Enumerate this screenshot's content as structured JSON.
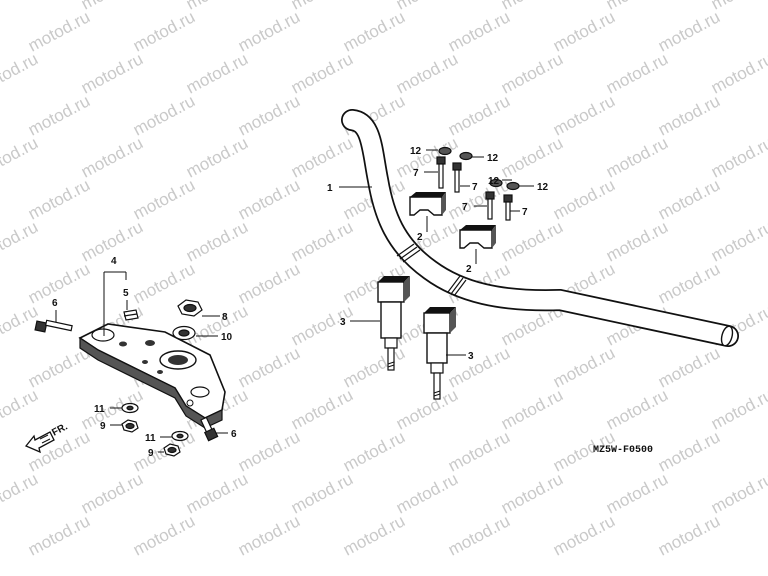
{
  "diagram": {
    "watermark": "motod.ru",
    "code": "MZ5W-F0500",
    "direction_label": "FR.",
    "callouts": {
      "c1": "1",
      "c2a": "2",
      "c2b": "2",
      "c3a": "3",
      "c3b": "3",
      "c4": "4",
      "c5": "5",
      "c6a": "6",
      "c6b": "6",
      "c7a": "7",
      "c7b": "7",
      "c7c": "7",
      "c7d": "7",
      "c8": "8",
      "c9a": "9",
      "c9b": "9",
      "c10": "10",
      "c11a": "11",
      "c11b": "11",
      "c12a": "12",
      "c12b": "12",
      "c12c": "12",
      "c12d": "12"
    }
  }
}
